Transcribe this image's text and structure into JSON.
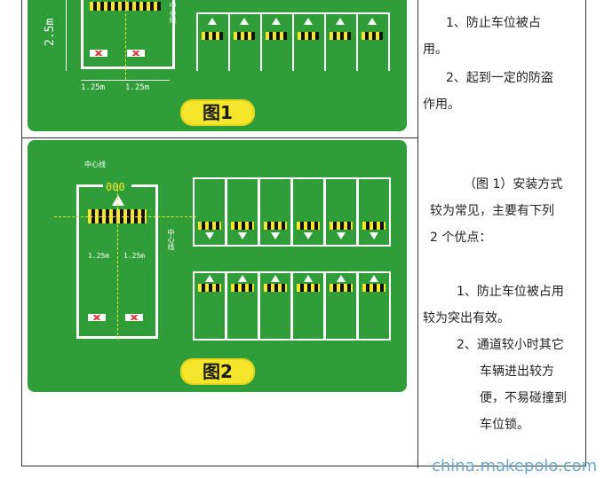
{
  "fig1": {
    "dim_vertical": "2.5m",
    "dim_left": "1.25m",
    "dim_right": "1.25m",
    "centerline": "中心线",
    "badge": "图1"
  },
  "fig2": {
    "centerline_top": "中心线",
    "centerline_side": "中心线",
    "lock_label": "000",
    "dim_left": "1.25m",
    "dim_right": "1.25m",
    "badge": "图2"
  },
  "right_text": {
    "p1_line1": "1、防止车位被占",
    "p1_line2": "用。",
    "p2_line1": "2、起到一定的防盗",
    "p2_line2": "作用。",
    "p3_line1": "（图 1）安装方式",
    "p3_line2": "较为常见，主要有下列",
    "p3_line3": "2 个优点：",
    "p4_line1": "1、防止车位被占用",
    "p4_line2": "较为突出有效。",
    "p5_line1": "2、通道较小时其它",
    "p5_line2": "车辆进出较方",
    "p5_line3": "便，不易碰撞到",
    "p5_line4": "车位锁。"
  },
  "watermark": "china.makepolo.com",
  "colors": {
    "green": "#2f9e38",
    "yellow": "#f4e62a",
    "red": "#e23b3b"
  }
}
